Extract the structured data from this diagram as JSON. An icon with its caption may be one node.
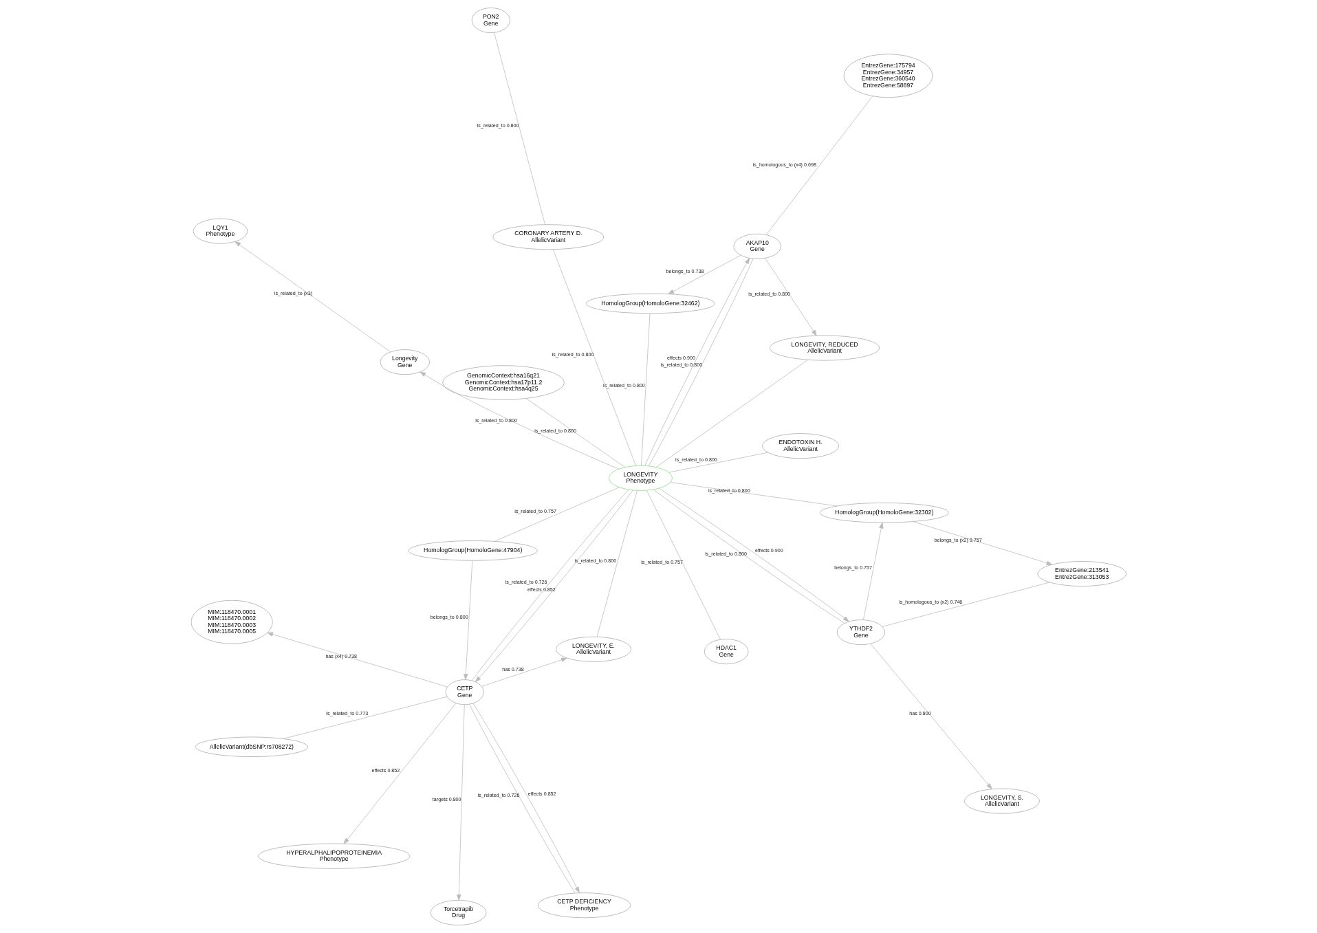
{
  "diagram": {
    "nodes": [
      {
        "text": [
          "AllelicVariant(dbSNP:rs708272)"
        ]
      },
      {
        "text": [
          "Torcetrapib",
          "Drug"
        ]
      },
      {
        "text": [
          "HYPERALPHALIPOPROTEINEMIA",
          "Phenotype"
        ]
      },
      {
        "text": [
          "MIM:118470.0001",
          "MIM:118470.0002",
          "MIM:118470.0003",
          "MIM:118470.0005"
        ]
      },
      {
        "text": [
          "CETP DEFICIENCY",
          "Phenotype"
        ]
      },
      {
        "text": [
          "CETP",
          "Gene"
        ]
      },
      {
        "text": [
          "HomologGroup(HomoloGene:47904)"
        ]
      },
      {
        "text": [
          "LONGEVITY, E.",
          "AllelicVariant"
        ]
      },
      {
        "text": [
          "LONGEVITY, S.",
          "AllelicVariant"
        ]
      },
      {
        "text": [
          "HDAC1",
          "Gene"
        ]
      },
      {
        "text": [
          "YTHDF2",
          "Gene"
        ]
      },
      {
        "text": [
          "LONGEVITY",
          "Phenotype"
        ]
      },
      {
        "text": [
          "ENDOTOXIN H.",
          "AllelicVariant"
        ]
      },
      {
        "text": [
          "HomologGroup(HomoloGene:32302)"
        ]
      },
      {
        "text": [
          "HomologGroup(HomoloGene:32462)"
        ]
      },
      {
        "text": [
          "EntrezGene:213541",
          "EntrezGene:313053"
        ]
      },
      {
        "text": [
          "Longevity",
          "Gene"
        ]
      },
      {
        "text": [
          "LQY1",
          "Phenotype"
        ]
      },
      {
        "text": [
          "CORONARY ARTERY D.",
          "AllelicVariant"
        ]
      },
      {
        "text": [
          "GenomicContext:hsa16q21",
          "GenomicContext:hsa17p11.2",
          "GenomicContext:hsa4q25"
        ]
      },
      {
        "text": [
          "LONGEVITY, REDUCED",
          "AllelicVariant"
        ]
      },
      {
        "text": [
          "AKAP10",
          "Gene"
        ]
      },
      {
        "text": [
          "EntrezGene:175794",
          "EntrezGene:34957",
          "EntrezGene:360540",
          "EntrezGene:58897"
        ]
      },
      {
        "text": [
          "PON2",
          "Gene"
        ]
      }
    ],
    "edges": [
      {
        "from": 5,
        "to": 2,
        "arrow": "to",
        "label": "effects 0.852"
      },
      {
        "from": 0,
        "to": 5,
        "arrow": "none",
        "label": "is_related_to 0.773"
      },
      {
        "from": 5,
        "to": 1,
        "arrow": "to",
        "label": "targets 0.800"
      },
      {
        "from": 5,
        "to": 3,
        "arrow": "to",
        "label": "has (x4) 0.738"
      },
      {
        "from": 5,
        "to": 4,
        "arrow": "to",
        "label": "effects 0.852"
      },
      {
        "from": 4,
        "to": 5,
        "arrow": "none",
        "label": "is_related_to 0.726"
      },
      {
        "from": 6,
        "to": 5,
        "arrow": "to",
        "label": "belongs_to 0.800"
      },
      {
        "from": 5,
        "to": 7,
        "arrow": "to",
        "label": "has 0.738"
      },
      {
        "from": 11,
        "to": 5,
        "arrow": "to",
        "label": "effects 0.852"
      },
      {
        "from": 11,
        "to": 5,
        "arrow": "none",
        "label": "is_related_to 0.726"
      },
      {
        "from": 6,
        "to": 11,
        "arrow": "none",
        "label": "is_related_to 0.757"
      },
      {
        "from": 7,
        "to": 11,
        "arrow": "none",
        "label": "is_related_to 0.800"
      },
      {
        "from": 10,
        "to": 8,
        "arrow": "to",
        "label": "has 0.800"
      },
      {
        "from": 9,
        "to": 11,
        "arrow": "none",
        "label": "is_related_to 0.757"
      },
      {
        "from": 10,
        "to": 11,
        "arrow": "none",
        "label": "is_related_to 0.800"
      },
      {
        "from": 11,
        "to": 10,
        "arrow": "to",
        "label": "effects 0.900"
      },
      {
        "from": 10,
        "to": 13,
        "arrow": "to",
        "label": "belongs_to 0.757"
      },
      {
        "from": 10,
        "to": 15,
        "arrow": "none",
        "label": "is_homologous_to (x2) 0.746"
      },
      {
        "from": 13,
        "to": 15,
        "arrow": "to",
        "label": "belongs_to (x2) 0.757"
      },
      {
        "from": 13,
        "to": 11,
        "arrow": "none",
        "label": "is_related_to 0.800"
      },
      {
        "from": 12,
        "to": 11,
        "arrow": "none",
        "label": "is_related_to 0.800"
      },
      {
        "from": 11,
        "to": 14,
        "arrow": "none",
        "label": "is_related_to 0.800"
      },
      {
        "from": 11,
        "to": 21,
        "arrow": "to",
        "label": "effects 0.900"
      },
      {
        "from": 11,
        "to": 16,
        "arrow": "to",
        "label": "is_related_to 0.800"
      },
      {
        "from": 11,
        "to": 21,
        "arrow": "none",
        "label": "is_related_to 0.800"
      },
      {
        "from": 11,
        "to": 18,
        "arrow": "none",
        "label": "is_related_to 0.800"
      },
      {
        "from": 16,
        "to": 17,
        "arrow": "to",
        "label": "is_related_to (x3)"
      },
      {
        "from": 11,
        "to": 19,
        "arrow": "none",
        "label": "is_related_to 0.800"
      },
      {
        "from": 11,
        "to": 20,
        "arrow": "none"
      },
      {
        "from": 21,
        "to": 20,
        "arrow": "to",
        "label": "is_related_to 0.800"
      },
      {
        "from": 21,
        "to": 14,
        "arrow": "to",
        "label": "belongs_to 0.738"
      },
      {
        "from": 21,
        "to": 22,
        "arrow": "none",
        "label": "is_homologous_to (x4) 0.698"
      },
      {
        "from": 18,
        "to": 23,
        "arrow": "none",
        "label": "is_related_to 0.800"
      }
    ]
  }
}
